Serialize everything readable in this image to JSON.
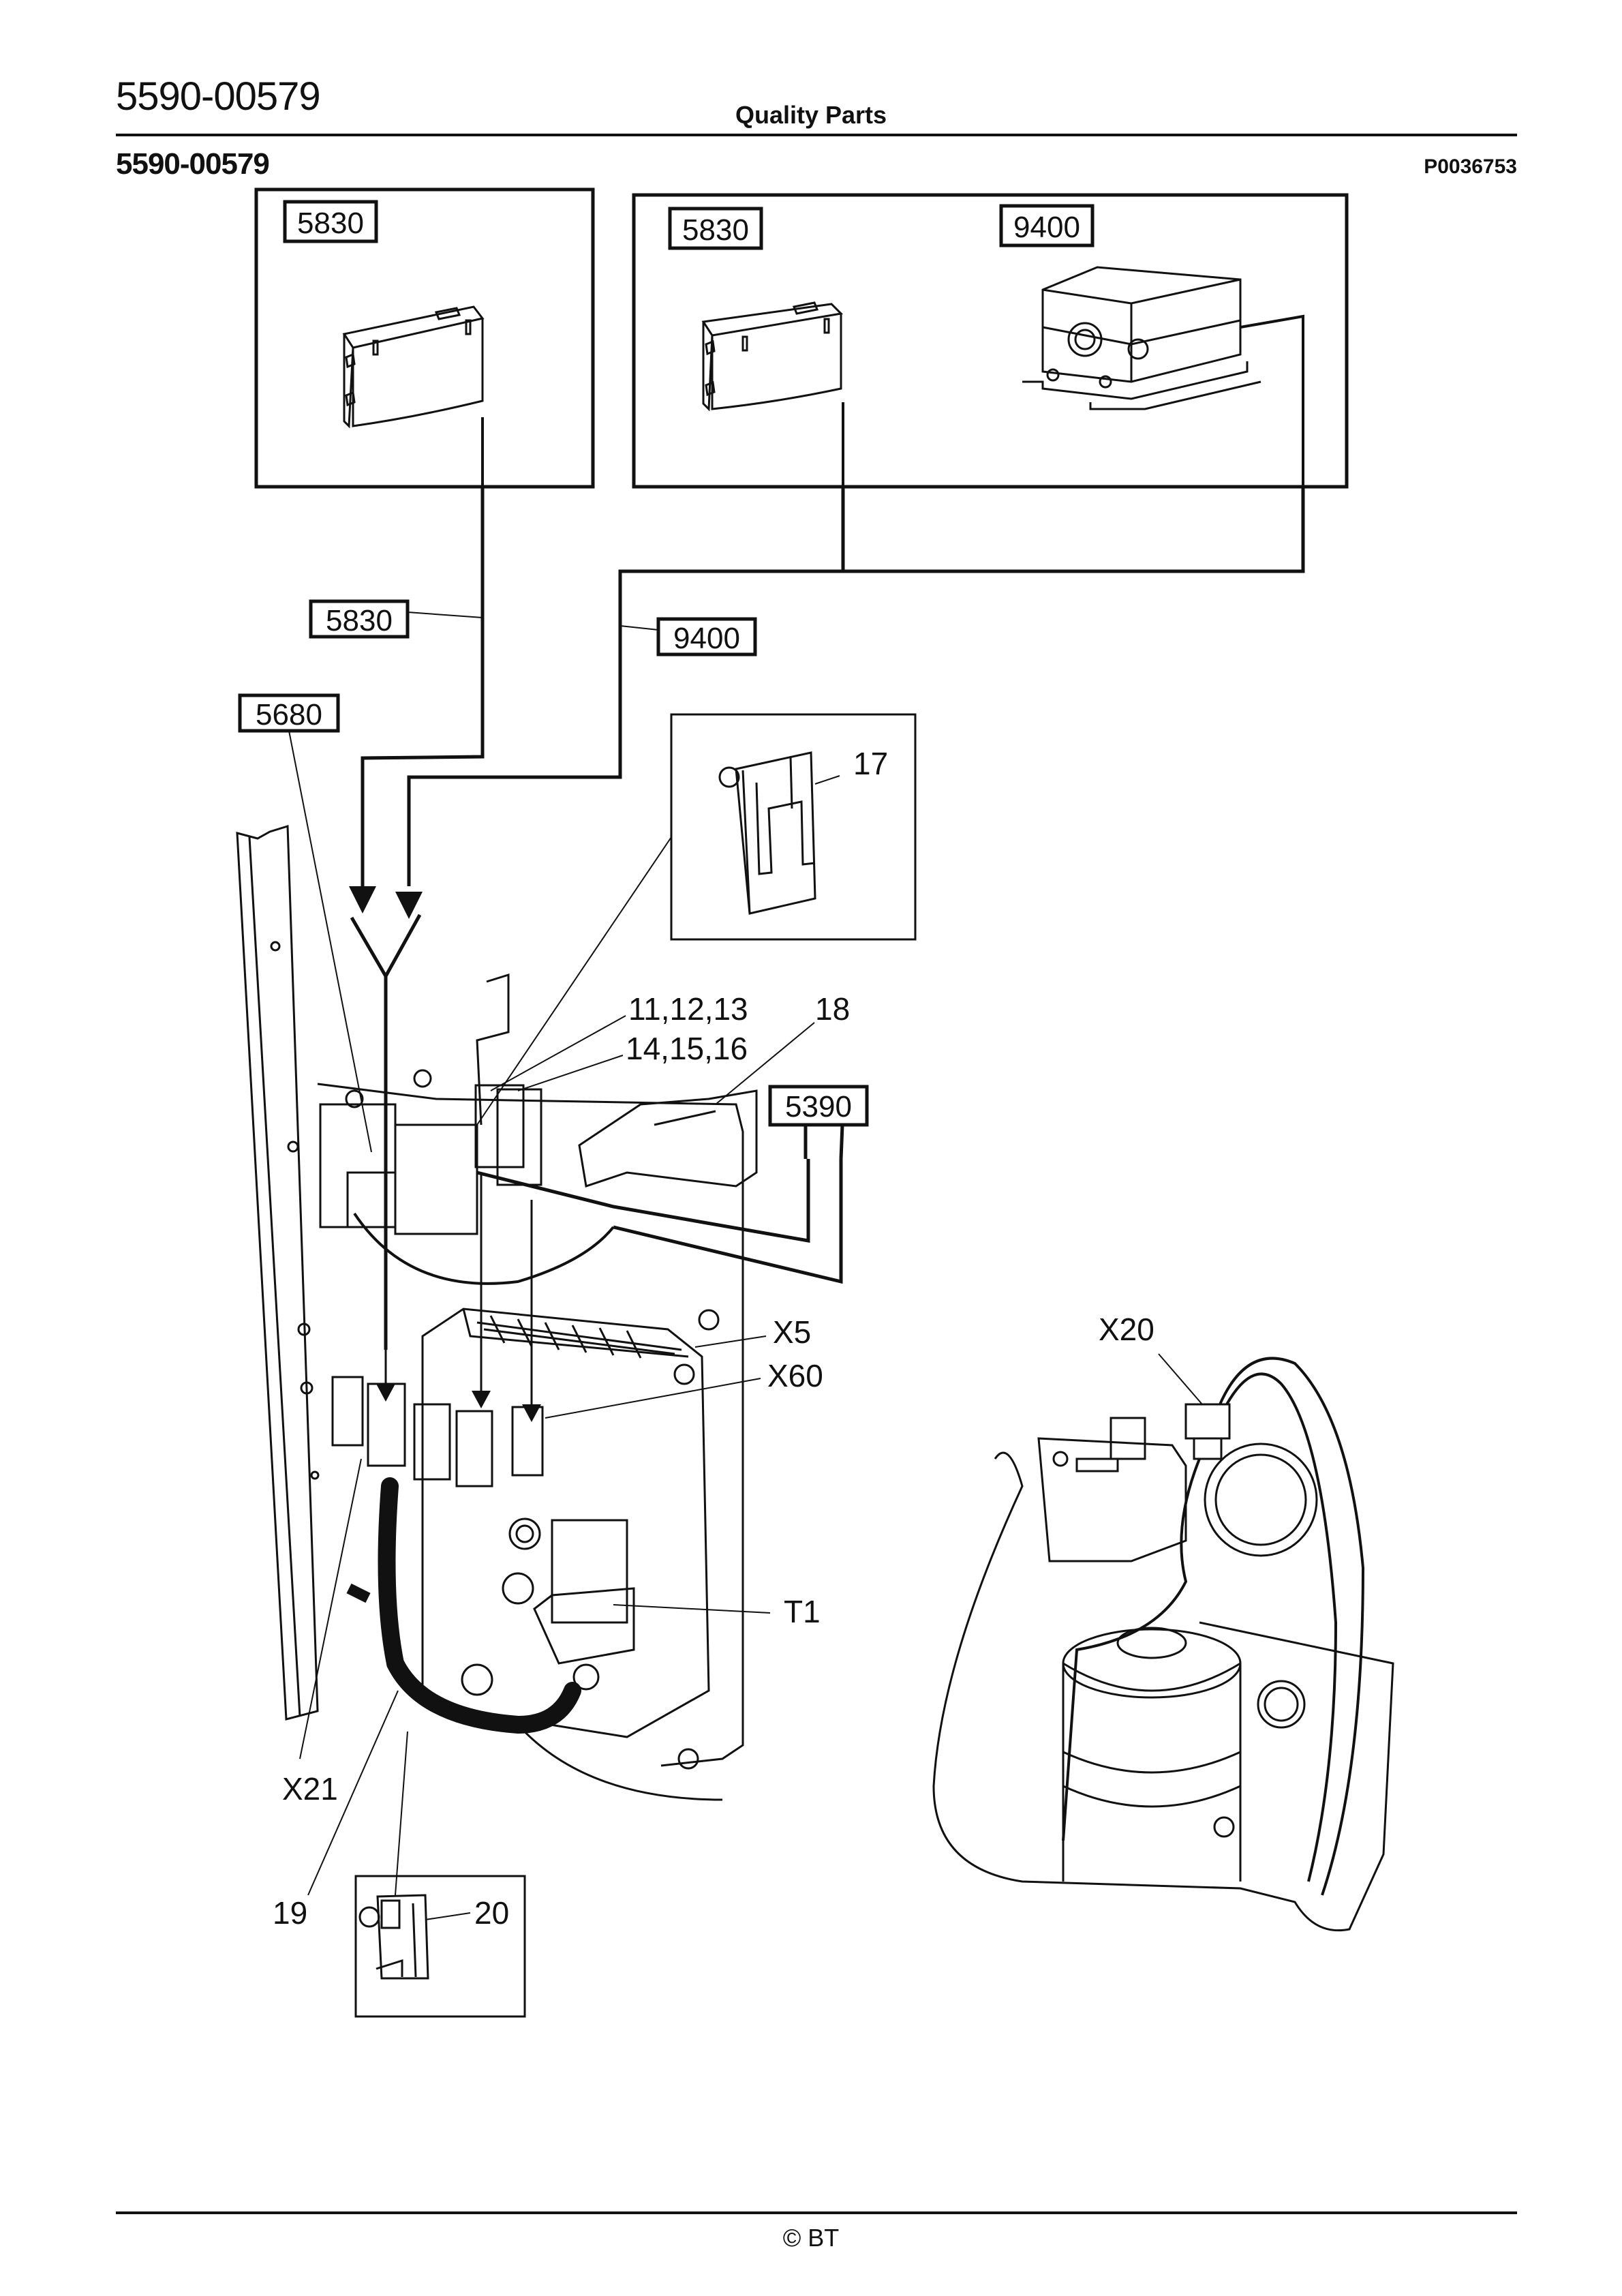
{
  "header": {
    "document_number": "5590-00579",
    "section_title": "Quality Parts",
    "sub_number": "5590-00579",
    "picture_code": "P0036753"
  },
  "footer": {
    "copyright": "© BT"
  },
  "diagram": {
    "boxed_references": {
      "top_left_panel": "5830",
      "top_right_panel_a": "5830",
      "top_right_panel_b": "9400",
      "lead_5830": "5830",
      "lead_9400": "9400",
      "lead_5680": "5680",
      "lead_5390": "5390"
    },
    "callouts": {
      "inset_clip": "17",
      "connectors_a": "11,12,13",
      "connectors_b": "14,15,16",
      "bracket": "18",
      "connector_x5": "X5",
      "connector_x60": "X60",
      "component_t1": "T1",
      "connector_x21": "X21",
      "cable": "19",
      "inset_clamp": "20",
      "connector_x20": "X20"
    }
  },
  "colors": {
    "line": "#111111",
    "background": "#ffffff"
  }
}
